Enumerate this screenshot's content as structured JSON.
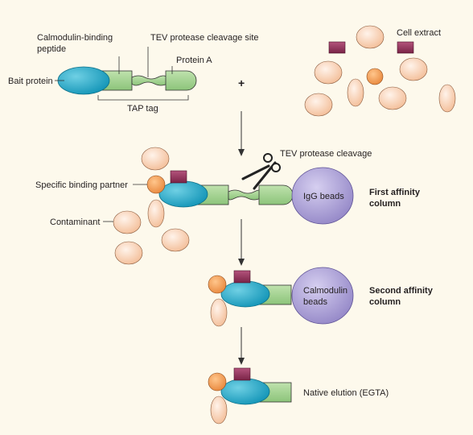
{
  "labels": {
    "calmodulin_peptide_line1": "Calmodulin-binding",
    "calmodulin_peptide_line2": "peptide",
    "tev_site": "TEV protease cleavage site",
    "protein_a": "Protein A",
    "bait_protein": "Bait protein",
    "tap_tag": "TAP tag",
    "plus": "+",
    "cell_extract": "Cell extract",
    "tev_cleavage": "TEV protease cleavage",
    "specific_partner": "Specific binding partner",
    "contaminant": "Contaminant",
    "igg_beads": "IgG beads",
    "first_column_line1": "First affinity",
    "first_column_line2": "column",
    "calmodulin_beads_line1": "Calmodulin",
    "calmodulin_beads_line2": "beads",
    "second_column_line1": "Second affinity",
    "second_column_line2": "column",
    "native_elution": "Native elution (EGTA)"
  },
  "colors": {
    "background": "#fdf9ec",
    "bait": "#1aa3c4",
    "tag_green": "#9ccf8a",
    "partner_orange": "#ef9a4f",
    "contaminant": "#f6c9a6",
    "maroon": "#8e2f57",
    "beads": "#a79ad4",
    "line": "#333333"
  }
}
